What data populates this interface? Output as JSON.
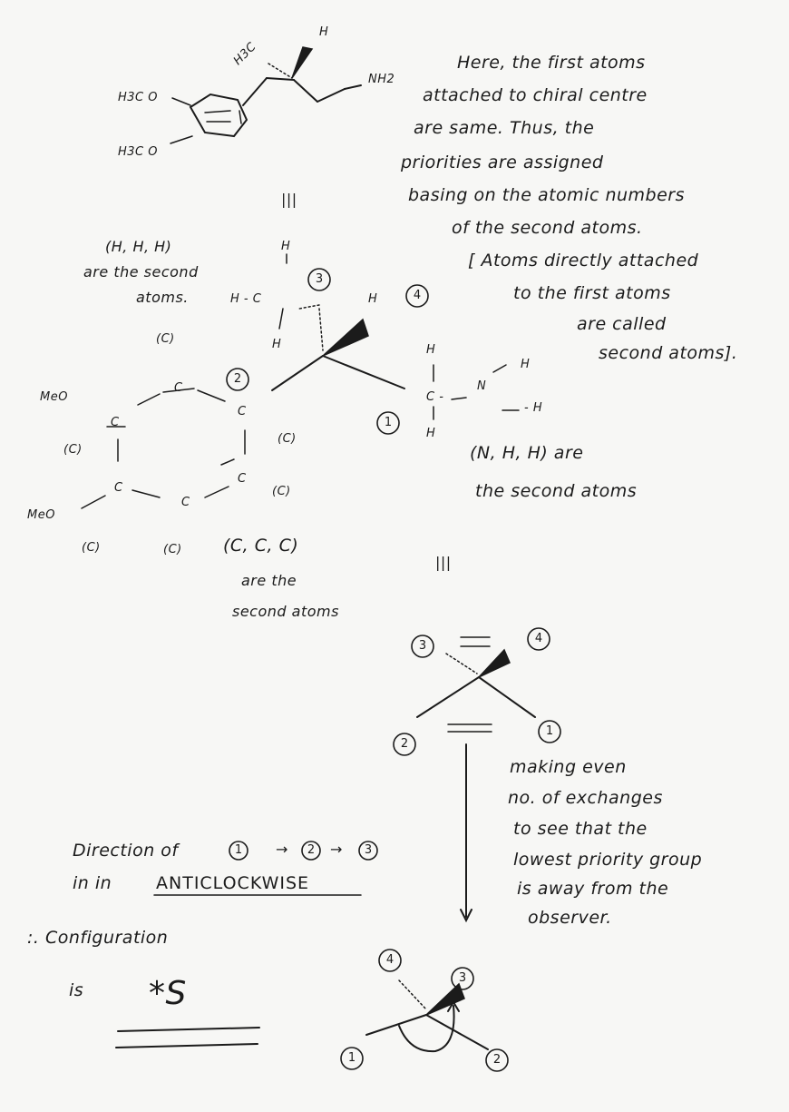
{
  "structure_labels": {
    "h3c_top": "H3C",
    "h_top": "H",
    "nh2": "NH2",
    "h3co_1": "H3C O",
    "h3co_2": "H3C O"
  },
  "equiv_symbol": "|||",
  "explanation": [
    "Here, the first atoms",
    "attached to chiral centre",
    "are same. Thus, the",
    "priorities are assigned",
    "basing on the atomic numbers",
    "of the second atoms.",
    "[ Atoms directly attached",
    "to the first atoms",
    "are called",
    "second atoms]."
  ],
  "left_note": [
    "(H, H, H)",
    "are the second",
    "atoms."
  ],
  "group_labels": {
    "h_a": "H",
    "h_c_left": "H - C",
    "h_b": "H",
    "c_paren_1": "(C)",
    "c2": "C",
    "c_ring": "C",
    "c_paren_2": "(C)",
    "meo_1": "MeO",
    "c_left": "C",
    "c_paren_3": "(C)",
    "c_left2": "C",
    "meo_2": "MeO",
    "c_mid": "C",
    "c_bot": "C",
    "c_paren_4": "(C)",
    "c_paren_5": "(C)",
    "c_paren_6": "(C)",
    "h_4": "H",
    "h_right_top": "H",
    "c_right": "C -",
    "h_right_bot": "H",
    "n": "N",
    "h_n1": "H",
    "h_n2": "- H"
  },
  "ccc_note": [
    "(C, C, C)",
    "are the",
    "second atoms"
  ],
  "nhh_note": [
    "(N, H, H) are",
    "the second atoms"
  ],
  "priority_numbers": [
    "1",
    "2",
    "3",
    "4"
  ],
  "exchange_note": [
    "making even",
    "no. of exchanges",
    "to see that the",
    "lowest priority group",
    "is away from the",
    "observer."
  ],
  "direction_text": [
    "Direction of",
    "in in"
  ],
  "direction_sequence": "1 → 2 → 3",
  "anticlockwise": "ANTICLOCKWISE",
  "conclusion": [
    ":. Configuration",
    "is"
  ],
  "config_letter": "*S"
}
